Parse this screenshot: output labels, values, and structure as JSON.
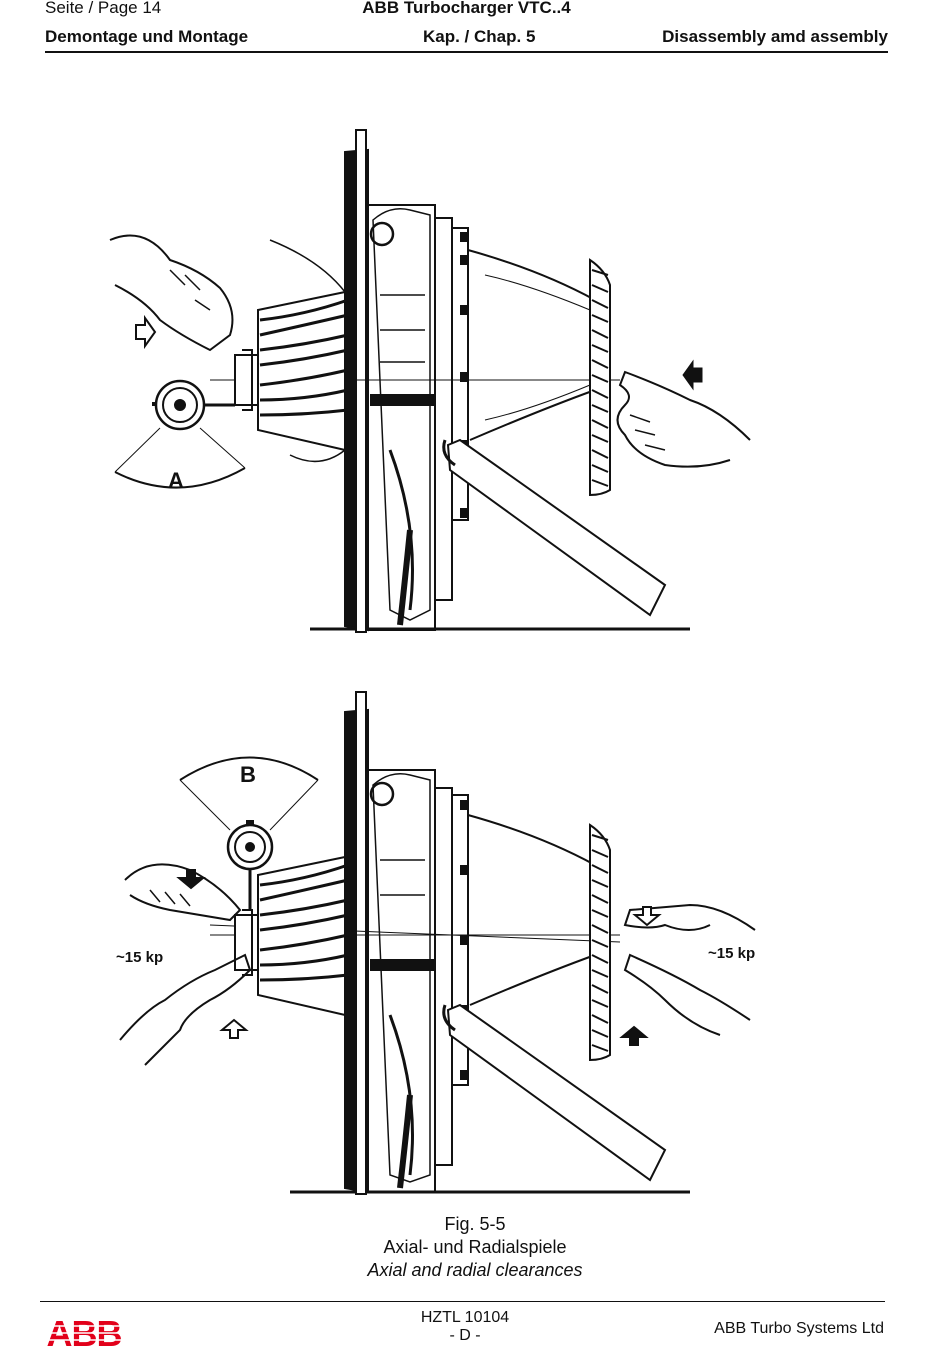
{
  "header": {
    "page_label": "Seite / Page  14",
    "doc_title": "ABB Turbocharger VTC..4",
    "section_de": "Demontage und Montage",
    "chapter": "Kap. / Chap. 5",
    "section_en": "Disassembly amd assembly"
  },
  "figure": {
    "top_labels": {
      "angle": "A"
    },
    "bottom_labels": {
      "angle": "B",
      "force_left": "~15 kp",
      "force_right": "~15 kp"
    }
  },
  "caption": {
    "number": "Fig. 5-5",
    "title_de": "Axial- und Radialspiele",
    "title_en": "Axial and radial clearances"
  },
  "footer": {
    "logo_text": "ABB",
    "doc_number": "HZTL 10104",
    "language": "- D -",
    "company": "ABB Turbo Systems Ltd"
  },
  "colors": {
    "text": "#111111",
    "logo": "#e2001a",
    "line": "#111111"
  }
}
